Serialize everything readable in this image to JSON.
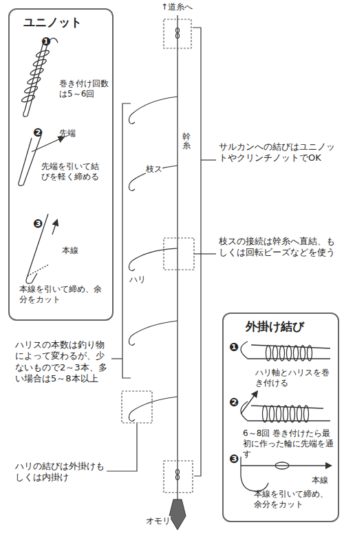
{
  "diagram": {
    "nodes": [
      {
        "text": [
          "ユニノット",
          "❶",
          "巻き付け回数は5～6回",
          "❷",
          "先端",
          "先端を引いて結びを軽く締める",
          "❸",
          "本線",
          "本線を引いて締め、余分をカット"
        ]
      },
      {
        "text": [
          "外掛け結び",
          "❶",
          "ハリ軸とハリスを巻き付ける",
          "❷",
          "6～8回 巻き付けたら最初に作った輪に先端を通す",
          "❸",
          "本線",
          "本線を引いて締め、余分をカット"
        ]
      }
    ],
    "labels": [
      "↑道糸へ",
      "幹糸",
      "枝ス",
      "ハリ",
      "オモリ",
      "サルカンへの結びはユニノットやクリンチノットでOK",
      "枝スの接続は幹糸へ直結、もしくは回転ビーズなどを使う",
      "ハリスの本数は釣り物によって変わるが、少ないもので2～3本、多い場合は5～8本以上",
      "ハリの結びは外掛けもしくは内掛け"
    ]
  }
}
